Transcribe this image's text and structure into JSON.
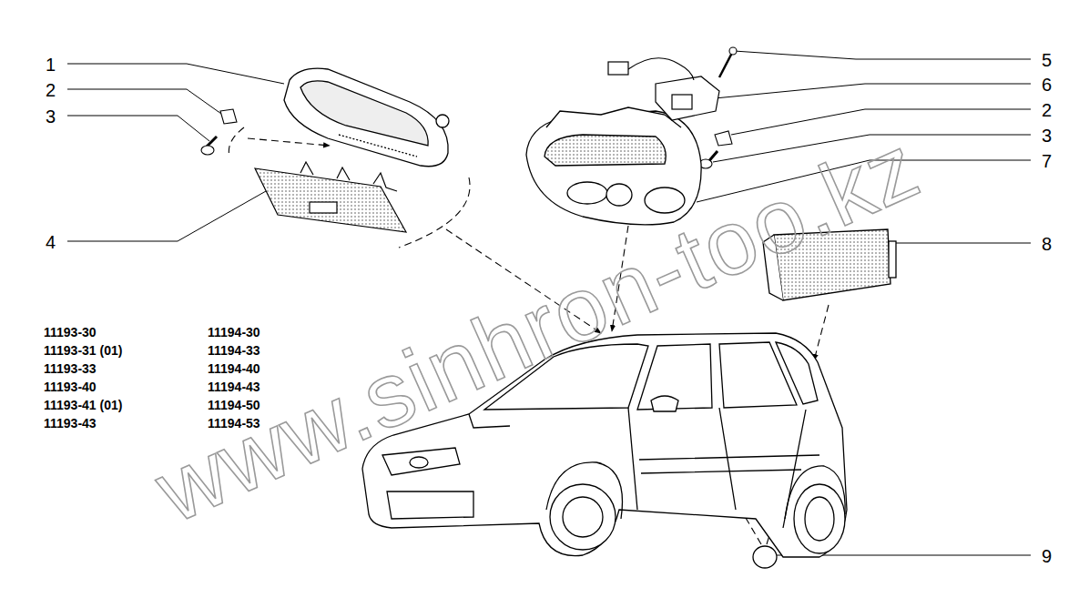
{
  "diagram": {
    "labels": [
      "1",
      "2",
      "3",
      "4",
      "5",
      "6",
      "2",
      "3",
      "7",
      "8",
      "9",
      "11193-30",
      "11193-31 (01)",
      "11193-33",
      "11193-40",
      "11193-41 (01)",
      "11193-43",
      "11194-30",
      "11194-33",
      "11194-40",
      "11194-43",
      "11194-50",
      "11194-53",
      "www.sinhron-too.kz"
    ]
  }
}
